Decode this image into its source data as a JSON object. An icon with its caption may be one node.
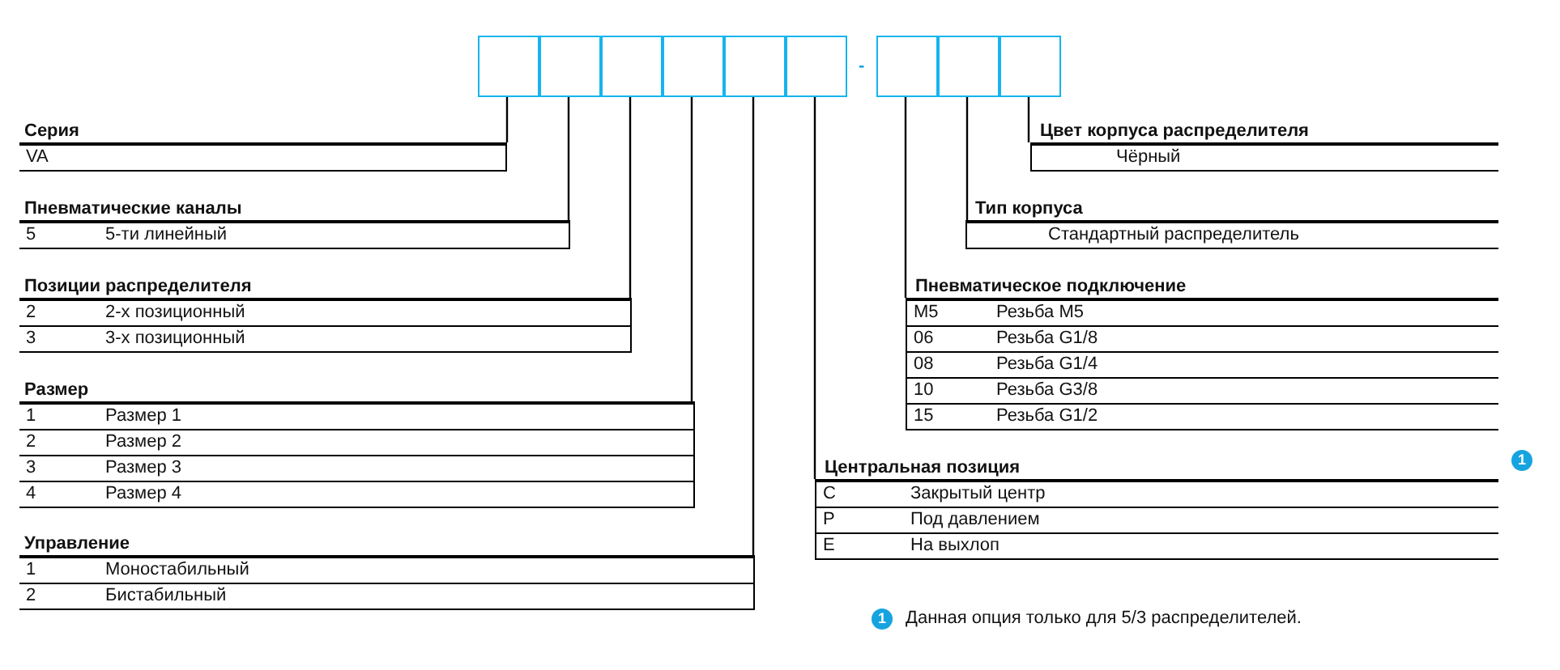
{
  "diagram": {
    "nodes": [
      {
        "text": [],
        "shape": "box"
      },
      {
        "text": [],
        "shape": "box"
      },
      {
        "text": [],
        "shape": "box"
      },
      {
        "text": [],
        "shape": "box"
      },
      {
        "text": [],
        "shape": "box"
      },
      {
        "text": [],
        "shape": "box"
      },
      {
        "text": [],
        "shape": "box"
      },
      {
        "text": [],
        "shape": "box"
      },
      {
        "text": [],
        "shape": "box"
      },
      {
        "text": [
          "Серия",
          "VA"
        ]
      },
      {
        "text": [
          "Пневматические каналы",
          "5",
          "5-ти линейный"
        ]
      },
      {
        "text": [
          "Позиции распределителя",
          "2",
          "2-х позиционный",
          "3",
          "3-х позиционный"
        ]
      },
      {
        "text": [
          "Размер",
          "1",
          "Размер 1",
          "2",
          "Размер 2",
          "3",
          "Размер 3",
          "4",
          "Размер 4"
        ]
      },
      {
        "text": [
          "Управление",
          "1",
          "Моностабильный",
          "2",
          "Бистабильный"
        ]
      },
      {
        "text": [
          "Цвет корпуса распределителя",
          "Чёрный"
        ]
      },
      {
        "text": [
          "Тип корпуса",
          "Стандартный распределитель"
        ]
      },
      {
        "text": [
          "Пневматическое подключение",
          "M5",
          "Резьба M5",
          "06",
          "Резьба G1/8",
          "08",
          "Резьба G1/4",
          "10",
          "Резьба G3/8",
          "15",
          "Резьба G1/2"
        ]
      },
      {
        "text": [
          "Центральная позиция",
          "C",
          "Закрытый центр",
          "P",
          "Под давлением",
          "E",
          "На выхлоп"
        ]
      }
    ],
    "edges": [
      {
        "from": 0,
        "to": 9,
        "arrow": "none"
      },
      {
        "from": 1,
        "to": 10,
        "arrow": "none"
      },
      {
        "from": 2,
        "to": 11,
        "arrow": "none"
      },
      {
        "from": 3,
        "to": 12,
        "arrow": "none"
      },
      {
        "from": 4,
        "to": 13,
        "arrow": "none"
      },
      {
        "from": 5,
        "to": 17,
        "arrow": "none"
      },
      {
        "from": 6,
        "to": 16,
        "arrow": "none"
      },
      {
        "from": 7,
        "to": 15,
        "arrow": "none"
      },
      {
        "from": 8,
        "to": 14,
        "arrow": "none"
      }
    ],
    "labels": [
      "-",
      "1",
      "1",
      "Данная опция только для 5/3 распределителей."
    ]
  }
}
